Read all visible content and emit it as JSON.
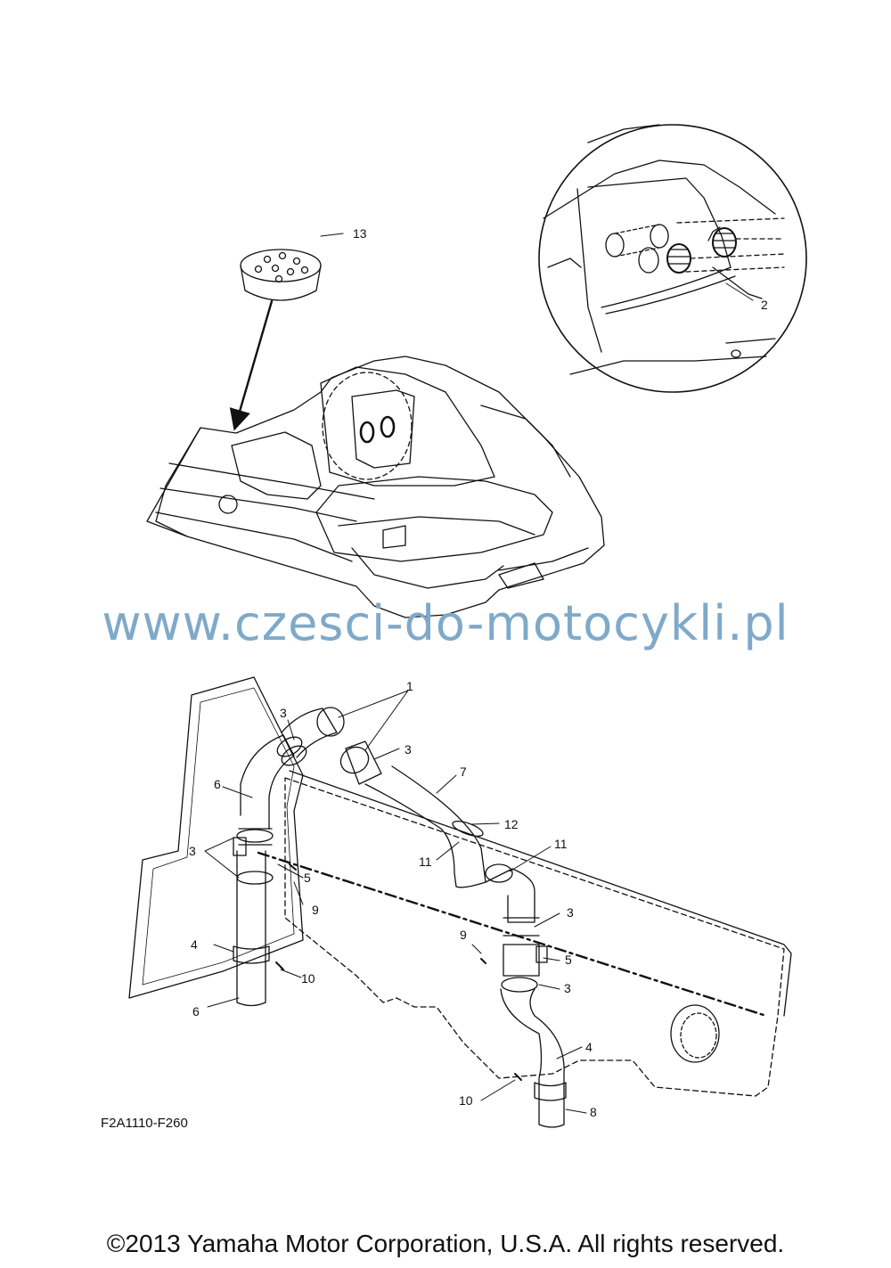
{
  "watermark": {
    "text": "www.czesci-do-motocykli.pl",
    "color": "#7fa9c9"
  },
  "diagram_code": "F2A1110-F260",
  "copyright": "©2013 Yamaha Motor Corporation, U.S.A. All rights reserved.",
  "callouts": {
    "c13": "13",
    "c2": "2",
    "c1": "1",
    "c3a": "3",
    "c3b": "3",
    "c7": "7",
    "c6a": "6",
    "c12": "12",
    "c11a": "11",
    "c11b": "11",
    "c3c": "3",
    "c5a": "5",
    "c9a": "9",
    "c3d": "3",
    "c9b": "9",
    "c5b": "5",
    "c4a": "4",
    "c10a": "10",
    "c6b": "6",
    "c3e": "3",
    "c4b": "4",
    "c10b": "10",
    "c8": "8"
  },
  "colors": {
    "line": "#111111",
    "background": "#ffffff"
  }
}
